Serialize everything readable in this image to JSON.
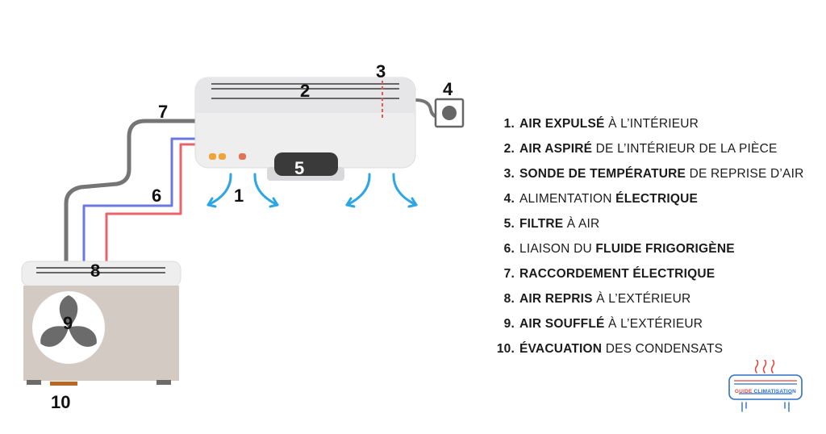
{
  "callouts": [
    "1",
    "2",
    "3",
    "4",
    "5",
    "6",
    "7",
    "8",
    "9",
    "10"
  ],
  "legend": [
    {
      "num": "1.",
      "bold": "AIR EXPULSÉ",
      "rest": " À L’INTÉRIEUR"
    },
    {
      "num": "2.",
      "bold": "AIR ASPIRÉ",
      "rest": " DE L’INTÉRIEUR DE LA PIÈCE"
    },
    {
      "num": "3.",
      "bold": "SONDE DE TEMPÉRATURE",
      "rest": " DE REPRISE D’AIR"
    },
    {
      "num": "4.",
      "pre": "ALIMENTATION ",
      "bold": "ÉLECTRIQUE"
    },
    {
      "num": "5.",
      "bold": "FILTRE",
      "rest": " À AIR"
    },
    {
      "num": "6.",
      "pre": "LIAISON DU ",
      "bold": "FLUIDE FRIGORIGÈNE"
    },
    {
      "num": "7.",
      "bold": "RACCORDEMENT ÉLECTRIQUE"
    },
    {
      "num": "8.",
      "bold": "AIR REPRIS",
      "rest": " À L’EXTÉRIEUR"
    },
    {
      "num": "9.",
      "bold": "AIR SOUFFLÉ",
      "rest": " À L’EXTÉRIEUR"
    },
    {
      "num": "10.",
      "bold": "ÉVACUATION",
      "rest": " DES CONDENSATS"
    }
  ],
  "logo": {
    "part1": "GUIDE",
    "part2": " CLIMATISATION"
  },
  "colors": {
    "pipe_grey": "#757575",
    "pipe_blue": "#6b78e0",
    "pipe_red": "#e8646a",
    "airflow": "#2ea6e6",
    "unit_body": "#eeeeef",
    "outdoor_case": "#d4cac4",
    "fan": "#6b6b6b",
    "drain": "#b8691e"
  }
}
